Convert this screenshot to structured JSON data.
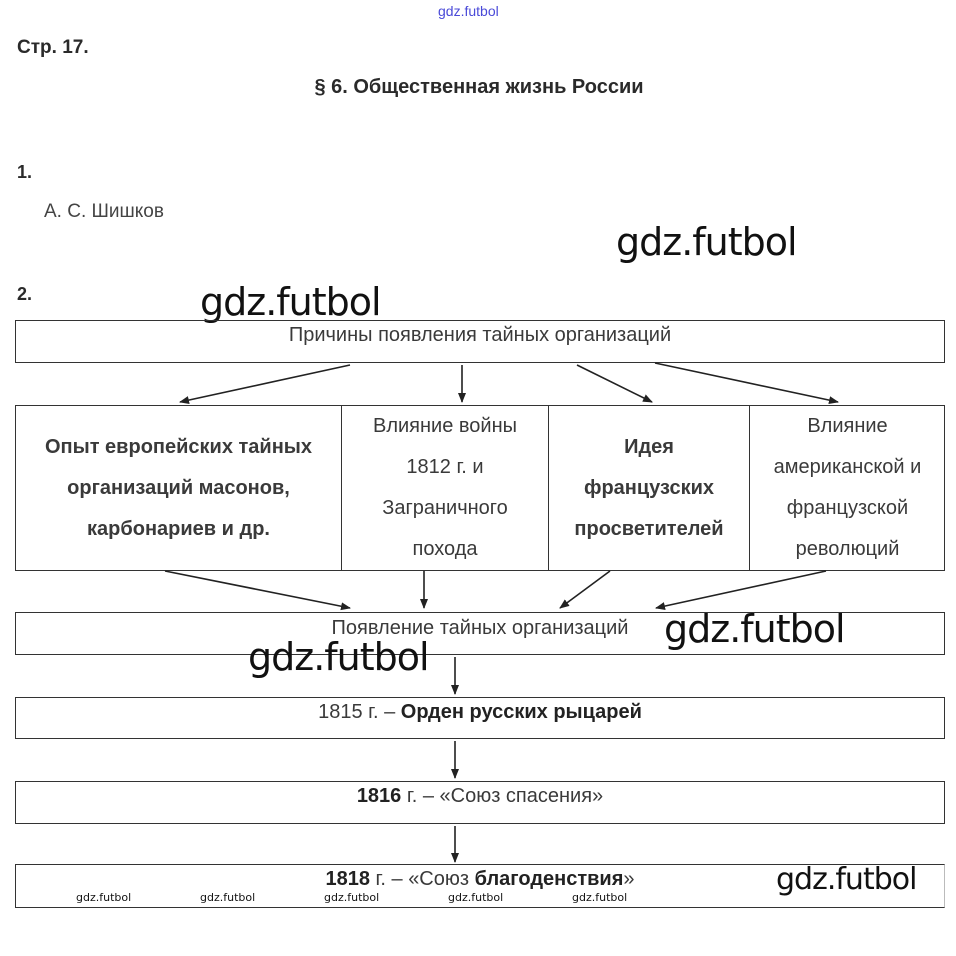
{
  "header_link": "gdz.futbol",
  "page_label": "Стр. 17.",
  "title": "§ 6. Общественная жизнь России",
  "task1": {
    "number": "1.",
    "answer": "А. С. Шишков"
  },
  "task2": {
    "number": "2.",
    "top_box": "Причины появления тайных организаций",
    "causes": [
      {
        "bold": true,
        "text": "Опыт европейских тайных организаций масонов, карбонариев и др."
      },
      {
        "bold": false,
        "text": "Влияние войны 1812 г. и Заграничного похода"
      },
      {
        "bold": true,
        "text": "Идея французских просветителей"
      },
      {
        "bold": false,
        "text": "Влияние американской и французской революций"
      }
    ],
    "result_box": "Появление тайных организаций",
    "org1": {
      "year": "1815 г. –",
      "name": "Орден русских рыцарей"
    },
    "org2": {
      "year": "1816",
      "rest": " г. – «Союз спасения»"
    },
    "org3": {
      "year": "1818",
      "mid": " г. – «Союз ",
      "bold": "благоденствия",
      "end": "»"
    }
  },
  "watermark": "gdz.futbol",
  "watermarks_small": [
    "gdz.futbol",
    "gdz.futbol",
    "gdz.futbol",
    "gdz.futbol",
    "gdz.futbol"
  ]
}
